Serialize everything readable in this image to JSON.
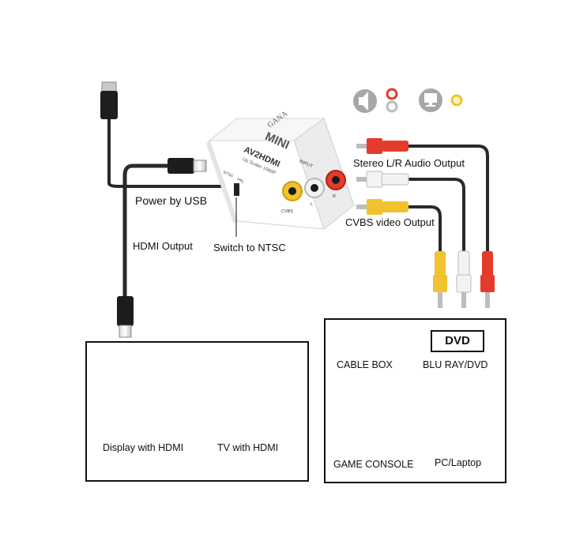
{
  "device": {
    "brand": "GANA",
    "name": "MINI",
    "model": "AV2HDMI",
    "spec": "Up Scaler 1080P",
    "input_label": "INPUT",
    "jack_labels": [
      "CVBS",
      "L",
      "R"
    ],
    "switch_labels": [
      "NTSC",
      "PAL"
    ]
  },
  "annotations": {
    "power": "Power by USB",
    "hdmi_out": "HDMI Output",
    "switch": "Switch to NTSC",
    "stereo": "Stereo L/R Audio Output",
    "cvbs": "CVBS video Output"
  },
  "outputs": {
    "display": "Display with HDMI",
    "tv": "TV with HDMI"
  },
  "sources": {
    "cable_box": "CABLE BOX",
    "dvd_badge": "DVD",
    "bluray": "BLU RAY/DVD",
    "game": "GAME CONSOLE",
    "pc": "PC/Laptop"
  },
  "colors": {
    "cable": "#2a2a2a",
    "rca_red": "#e53b2c",
    "rca_white": "#e8e8e8",
    "rca_yellow": "#f2c22e",
    "icon_grey": "#a7a7a7"
  }
}
